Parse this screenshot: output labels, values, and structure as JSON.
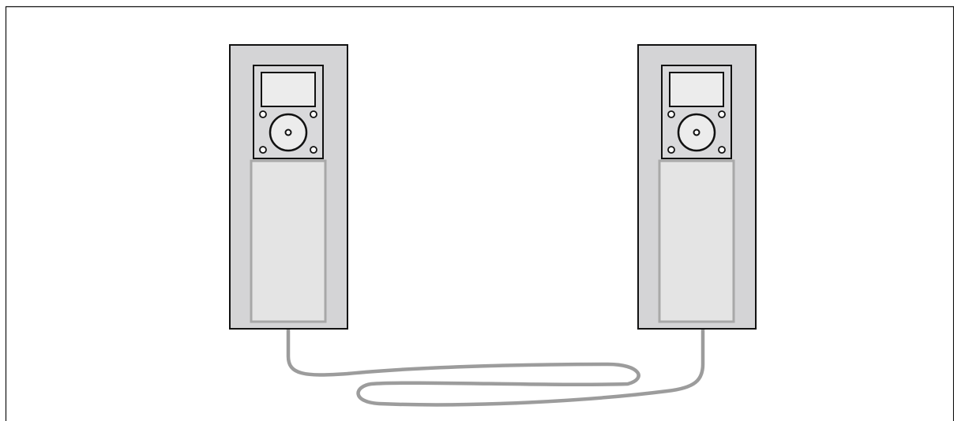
{
  "diagram": {
    "devices": [
      {
        "id": "left-device",
        "kind": "drive-with-keypad"
      },
      {
        "id": "right-device",
        "kind": "drive-with-keypad"
      }
    ],
    "connection": {
      "kind": "cable",
      "from": "left-device",
      "to": "right-device"
    },
    "colors": {
      "outline": "#111111",
      "device_body": "#d4d4d6",
      "lower_panel": "#e4e4e4",
      "lower_panel_border": "#a8a8a8",
      "display_screen": "#ececec",
      "keypad_face": "#d9d9db",
      "cable": "#9c9c9c",
      "background": "#ffffff"
    }
  }
}
